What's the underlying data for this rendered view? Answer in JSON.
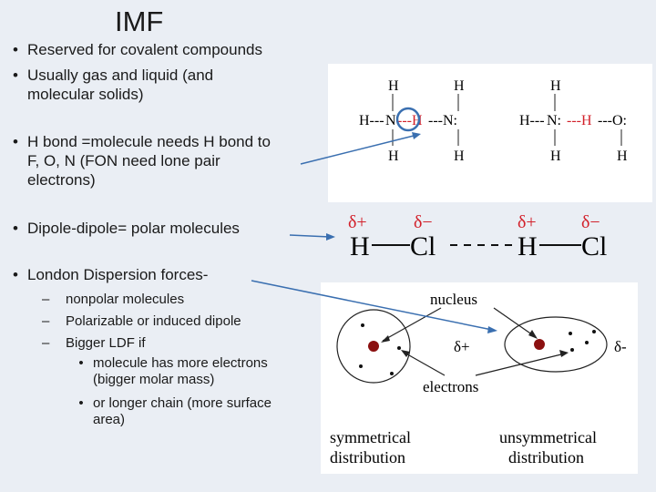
{
  "title": "IMF",
  "bullets": {
    "b1": "Reserved for covalent compounds",
    "b2_line1": "Usually gas and liquid (and",
    "b2_line2": "molecular solids)",
    "b3_line1": "H bond =molecule needs H bond to",
    "b3_line2": "F, O, N (FON need lone pair",
    "b3_line3": "electrons)",
    "b4": "Dipole-dipole= polar molecules",
    "b5": "London Dispersion forces-",
    "sub1": "nonpolar molecules",
    "sub2": "Polarizable or induced dipole",
    "sub3": "Bigger LDF if",
    "subsub1_line1": "molecule has more electrons",
    "subsub1_line2": "(bigger molar mass)",
    "subsub2_line1": "or longer chain (more surface",
    "subsub2_line2": "area)"
  },
  "hbond": {
    "H": "H",
    "N": "N",
    "O": "O",
    "dashH": "---H",
    "Hdash": "H---",
    "dashN": "---N:",
    "dashO": "---O:",
    "Ncolon": "N:",
    "colors": {
      "bond": "#d2202a",
      "circle": "#3a6fb0"
    }
  },
  "dipole": {
    "delta_plus": "δ+",
    "delta_minus": "δ−",
    "H": "H",
    "Cl": "Cl",
    "colors": {
      "delta": "#d2202a"
    }
  },
  "ldf": {
    "nucleus": "nucleus",
    "electrons": "electrons",
    "delta_plus": "δ+",
    "delta_minus": "δ-",
    "sym_line1": "symmetrical",
    "sym_line2": "distribution",
    "unsym_line1": "unsymmetrical",
    "unsym_line2": "distribution",
    "colors": {
      "nucleus": "#8b1010"
    }
  },
  "arrows": {
    "color": "#3a6fb0"
  }
}
